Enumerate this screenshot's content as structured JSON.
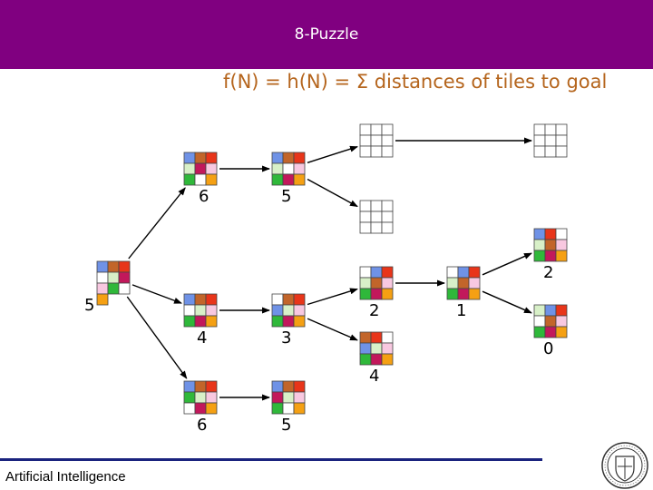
{
  "slide": {
    "title": "8-Puzzle",
    "formula": "f(N) = h(N) = Σ distances of tiles to goal",
    "footer": "Artificial Intelligence"
  },
  "colors": {
    "header_bg": "#800080",
    "formula_text": "#b5651d",
    "footer_line": "#1a237e",
    "tiles": {
      "B": "#6f92e6",
      "O": "#c2652a",
      "R": "#e8351a",
      "L": "#d8f0c8",
      "M": "#c2185b",
      "P": "#f8c8e0",
      "G": "#2fb83a",
      "Y": "#f5a013",
      "W": "#ffffff"
    }
  },
  "icons": {
    "seal": "university-seal-icon"
  },
  "nodes": [
    {
      "id": "root",
      "grid": "BOR_LMPGWY",
      "score": "5"
    },
    {
      "id": "n1",
      "grid": "BORLMPGWY",
      "score": "6"
    },
    {
      "id": "n2",
      "grid": "BORLWPGMY",
      "score": "5"
    },
    {
      "id": "n3",
      "grid": "BORWLPGMY",
      "score": "4"
    },
    {
      "id": "n4",
      "grid": "WORBLPGMY",
      "score": "3"
    },
    {
      "id": "n5",
      "grid": "BORGLPWMY",
      "score": "6"
    },
    {
      "id": "n6",
      "grid": "BORMLPGWY",
      "score": "5"
    },
    {
      "id": "n7",
      "grid": "WWWWWWWWW",
      "score": ""
    },
    {
      "id": "n8",
      "grid": "WWWWWWWWW",
      "score": ""
    },
    {
      "id": "n9",
      "grid": "WWWWWWWWW",
      "score": ""
    },
    {
      "id": "n10",
      "grid": "WBRLOPGMY",
      "score": "2"
    },
    {
      "id": "n11",
      "grid": "ORWBLPGMY",
      "score": "4"
    },
    {
      "id": "n12",
      "grid": "WBRLOPGMY",
      "score": "1"
    },
    {
      "id": "n13",
      "grid": "BRWLOPGMY",
      "score": "2"
    },
    {
      "id": "n14",
      "grid": "LBRWOPGMY",
      "score": "0"
    }
  ],
  "edges": [
    [
      "root",
      "n1"
    ],
    [
      "root",
      "n3"
    ],
    [
      "root",
      "n5"
    ],
    [
      "n1",
      "n2"
    ],
    [
      "n3",
      "n4"
    ],
    [
      "n5",
      "n6"
    ],
    [
      "n2",
      "n7"
    ],
    [
      "n2",
      "n8"
    ],
    [
      "n7",
      "n9"
    ],
    [
      "n4",
      "n10"
    ],
    [
      "n4",
      "n11"
    ],
    [
      "n10",
      "n12"
    ],
    [
      "n12",
      "n13"
    ],
    [
      "n12",
      "n14"
    ]
  ]
}
